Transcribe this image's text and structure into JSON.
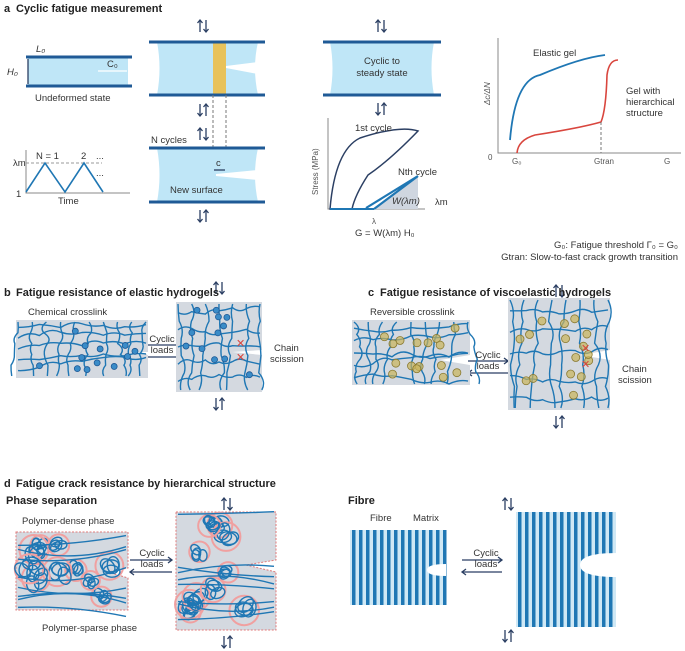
{
  "panel_a": {
    "letter": "a",
    "title": "Cyclic fatigue measurement",
    "L0": "L₀",
    "H0": "H₀",
    "C0": "C₀",
    "undeformed": "Undeformed state",
    "n_cycles": "N cycles",
    "c": "c",
    "new_surface": "New surface",
    "n1": "N = 1",
    "n2": "2",
    "dots": "...",
    "lambda_m": "λm",
    "one": "1",
    "time": "Time",
    "steady1": "Cyclic to",
    "steady2": "steady state",
    "stress": "Stress (MPa)",
    "first_cycle": "1st cycle",
    "nth_cycle": "Nth cycle",
    "w_lambda": "W(λm)",
    "lambda": "λ",
    "g_formula": "G = W(λm) H₀",
    "dcdn": "Δc/ΔN",
    "zero": "0",
    "G0": "G₀",
    "Gtran": "Gtran",
    "G": "G",
    "elastic_gel": "Elastic gel",
    "hier1": "Gel with",
    "hier2": "hierarchical",
    "hier3": "structure",
    "note1": "G₀: Fatigue threshold Γ₀ = G₀",
    "note2": "Gtran: Slow-to-fast crack growth transition"
  },
  "panel_b": {
    "letter": "b",
    "title": "Fatigue resistance of elastic hydrogels",
    "crosslink": "Chemical crosslink",
    "cyclic1": "Cyclic",
    "cyclic2": "loads",
    "scission1": "Chain",
    "scission2": "scission"
  },
  "panel_c": {
    "letter": "c",
    "title": "Fatigue resistance of viscoelastic hydrogels",
    "crosslink": "Reversible crosslink",
    "cyclic1": "Cyclic",
    "cyclic2": "loads",
    "scission1": "Chain",
    "scission2": "scission"
  },
  "panel_d": {
    "letter": "d",
    "title": "Fatigue crack resistance by hierarchical structure",
    "phase_sep": "Phase separation",
    "dense": "Polymer-dense phase",
    "sparse": "Polymer-sparse phase",
    "cyclic1": "Cyclic",
    "cyclic2": "loads",
    "fibre_title": "Fibre",
    "fibre": "Fibre",
    "matrix": "Matrix"
  },
  "colors": {
    "blue": "#1f77b4",
    "red": "#d9463e",
    "navy": "#1f5a96",
    "gel": "#bfe6f7",
    "yellow": "#e8c25a"
  }
}
